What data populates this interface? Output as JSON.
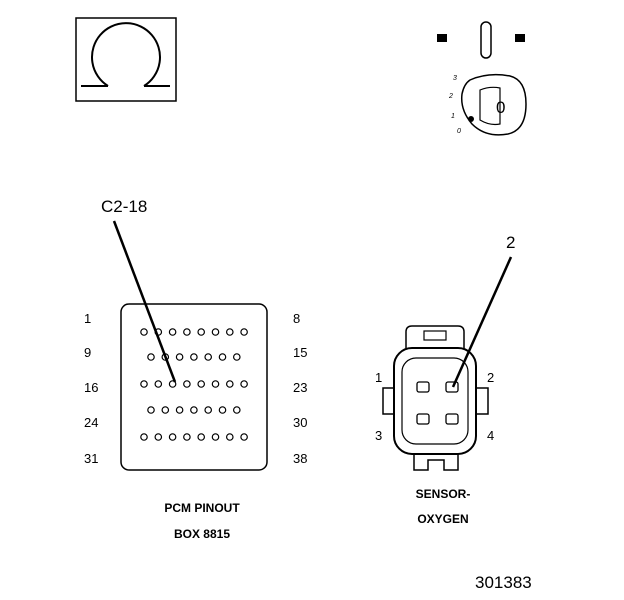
{
  "ohm_symbol": {
    "icon": "ohm-symbol-icon",
    "glyph": "Ω"
  },
  "ignition": {
    "icon": "ignition-key-icon",
    "positions": [
      "3",
      "2",
      "1",
      "0"
    ],
    "key_label": "0"
  },
  "pcm": {
    "callout": "C2-18",
    "caption_line1": "PCM PINOUT",
    "caption_line2": "BOX 8815",
    "row_labels_left": [
      "1",
      "9",
      "16",
      "24",
      "31"
    ],
    "row_labels_right": [
      "8",
      "15",
      "23",
      "30",
      "38"
    ],
    "rows": [
      8,
      7,
      8,
      7,
      8
    ],
    "highlighted_pin": "18"
  },
  "sensor": {
    "callout": "2",
    "caption_line1": "SENSOR-",
    "caption_line2": "OXYGEN",
    "pin_labels": [
      "1",
      "2",
      "3",
      "4"
    ]
  },
  "figure_number": "301383"
}
